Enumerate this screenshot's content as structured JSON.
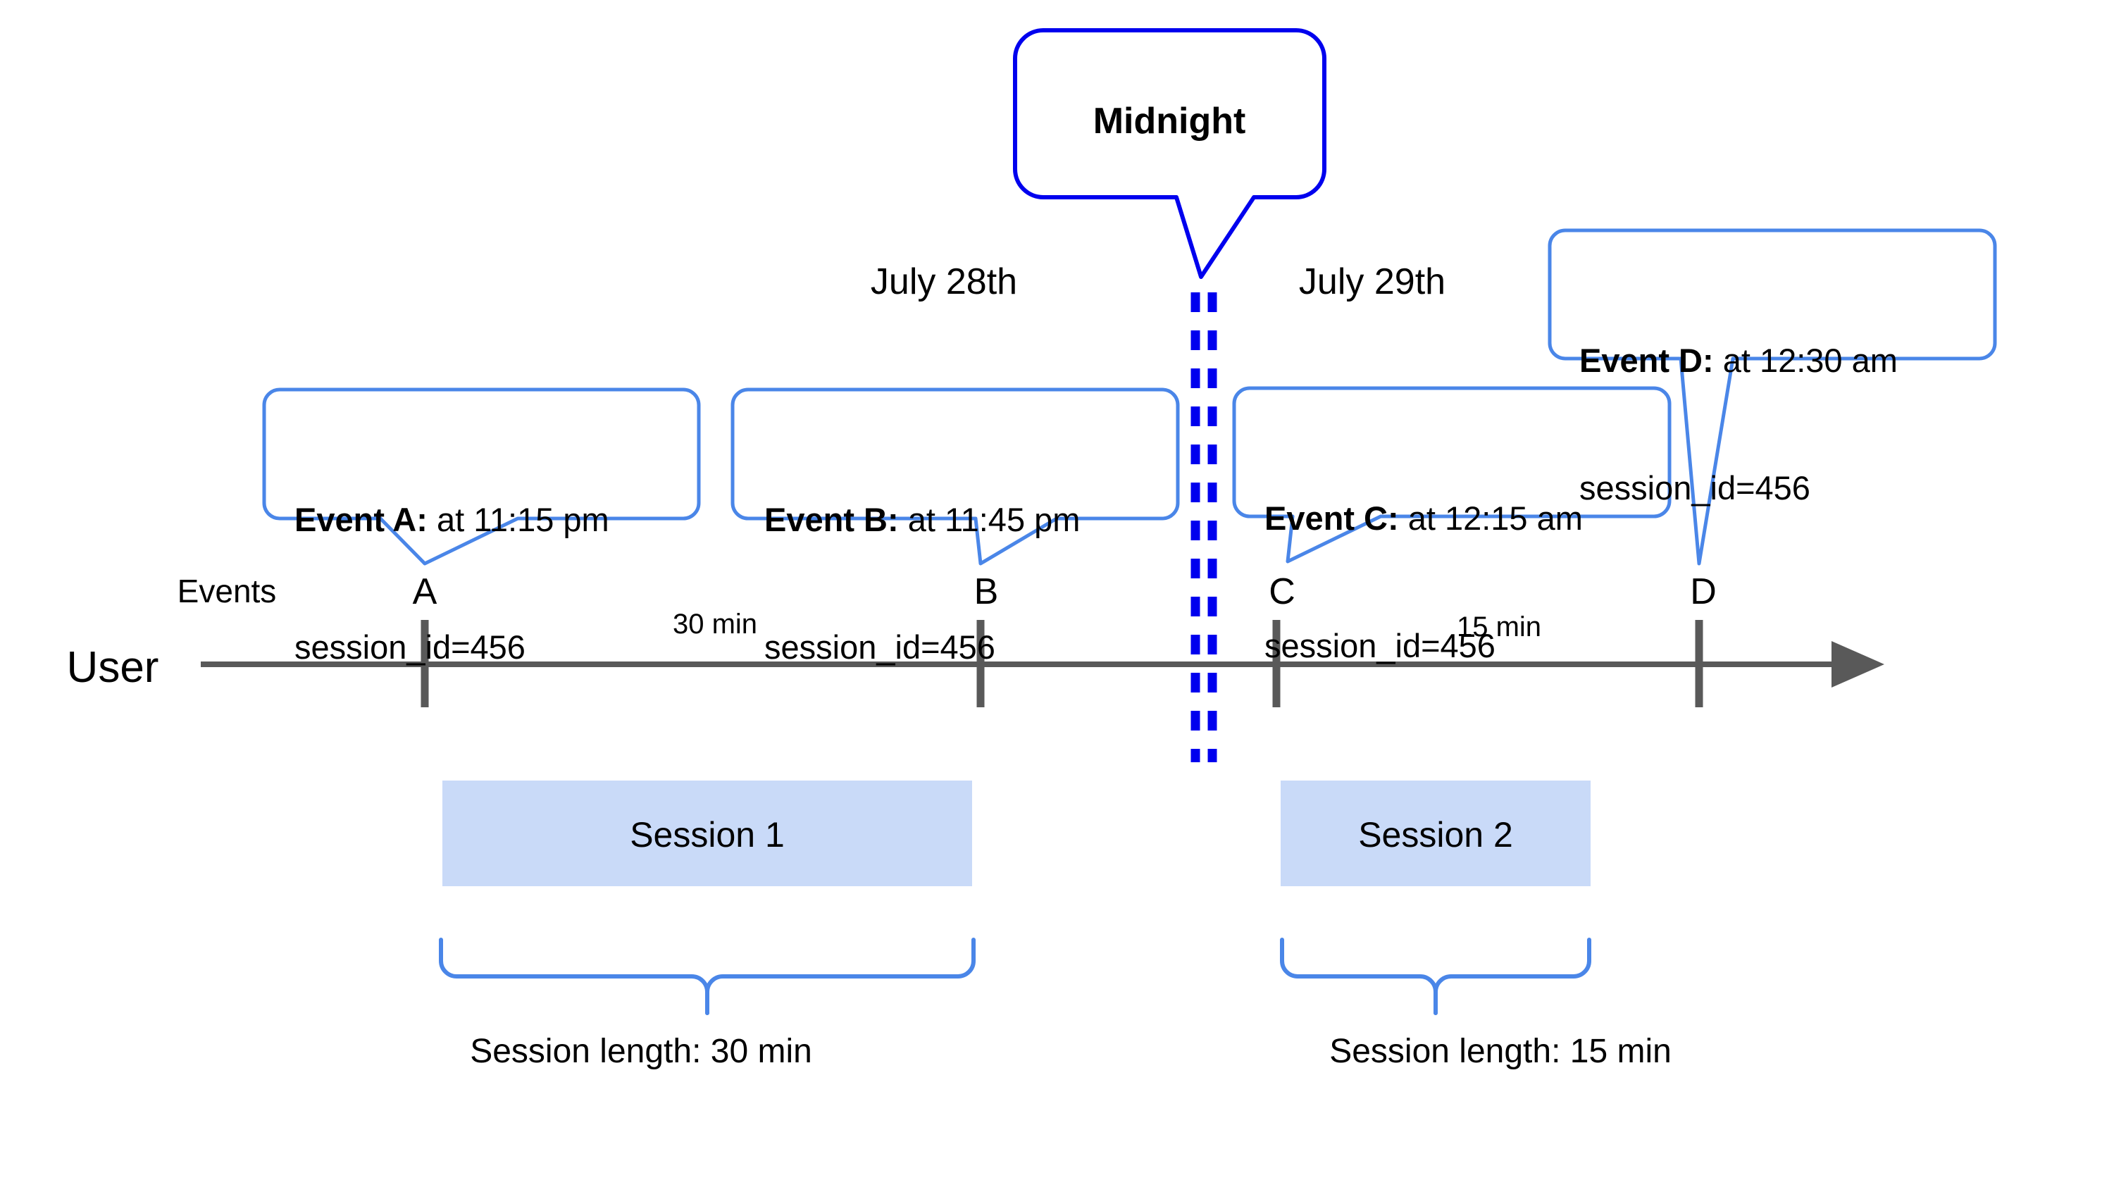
{
  "diagram": {
    "title_callout": {
      "label": "Midnight",
      "border_color": "#0000EE"
    },
    "axis": {
      "row_label_events": "Events",
      "row_label_user": "User",
      "color": "#595959"
    },
    "dates": [
      {
        "label": "July 28th"
      },
      {
        "label": "July 29th"
      }
    ],
    "ticks": [
      {
        "label": "A"
      },
      {
        "label": "B"
      },
      {
        "label": "C"
      },
      {
        "label": "D"
      }
    ],
    "durations": [
      {
        "label": "30 min"
      },
      {
        "label": "15 min"
      }
    ],
    "events": [
      {
        "name": "Event A:",
        "time": " at 11:15 pm",
        "session": "session_id=456"
      },
      {
        "name": "Event B:",
        "time": " at 11:45 pm",
        "session": "session_id=456"
      },
      {
        "name": "Event C:",
        "time": " at 12:15 am",
        "session": "session_id=456"
      },
      {
        "name": "Event D:",
        "time": " at 12:30 am",
        "session": "session_id=456"
      }
    ],
    "sessions": [
      {
        "label": "Session 1",
        "length_label": "Session length: 30 min"
      },
      {
        "label": "Session 2",
        "length_label": "Session length: 15 min"
      }
    ],
    "colors": {
      "callout_border": "#4A86E8",
      "midnight_border": "#0000EE",
      "midnight_dash": "#0000EE",
      "session_fill": "#C9DAF8",
      "axis": "#595959",
      "brace": "#4A86E8"
    }
  }
}
